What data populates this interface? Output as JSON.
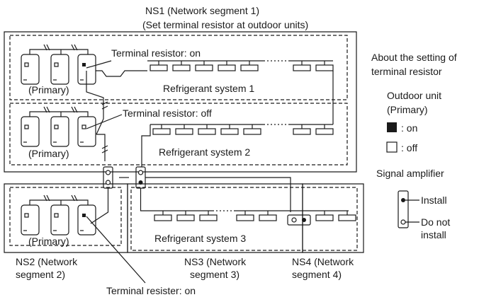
{
  "title": {
    "line1": "NS1 (Network segment 1)",
    "line2": "(Set terminal resistor at outdoor units)"
  },
  "systems": {
    "rs1": {
      "label": "Refrigerant system 1",
      "resistor": "Terminal resistor: on",
      "primary": "(Primary)"
    },
    "rs2": {
      "label": "Refrigerant system 2",
      "resistor": "Terminal resistor: off",
      "primary": "(Primary)"
    },
    "rs3": {
      "label": "Refrigerant system 3",
      "resistor": "Terminal resister: on",
      "primary": "(Primary)"
    }
  },
  "segments": {
    "ns2": {
      "line1": "NS2 (Network",
      "line2": "segment 2)"
    },
    "ns3": {
      "line1": "NS3 (Network",
      "line2": "segment 3)"
    },
    "ns4": {
      "line1": "NS4 (Network",
      "line2": "segment 4)"
    }
  },
  "legend": {
    "heading1": "About the setting of",
    "heading2": "terminal resistor",
    "outdoor1": "Outdoor unit",
    "outdoor2": "(Primary)",
    "on": ": on",
    "off": ": off",
    "amp": "Signal amplifier",
    "install": "Install",
    "no_install1": "Do not",
    "no_install2": "install"
  }
}
